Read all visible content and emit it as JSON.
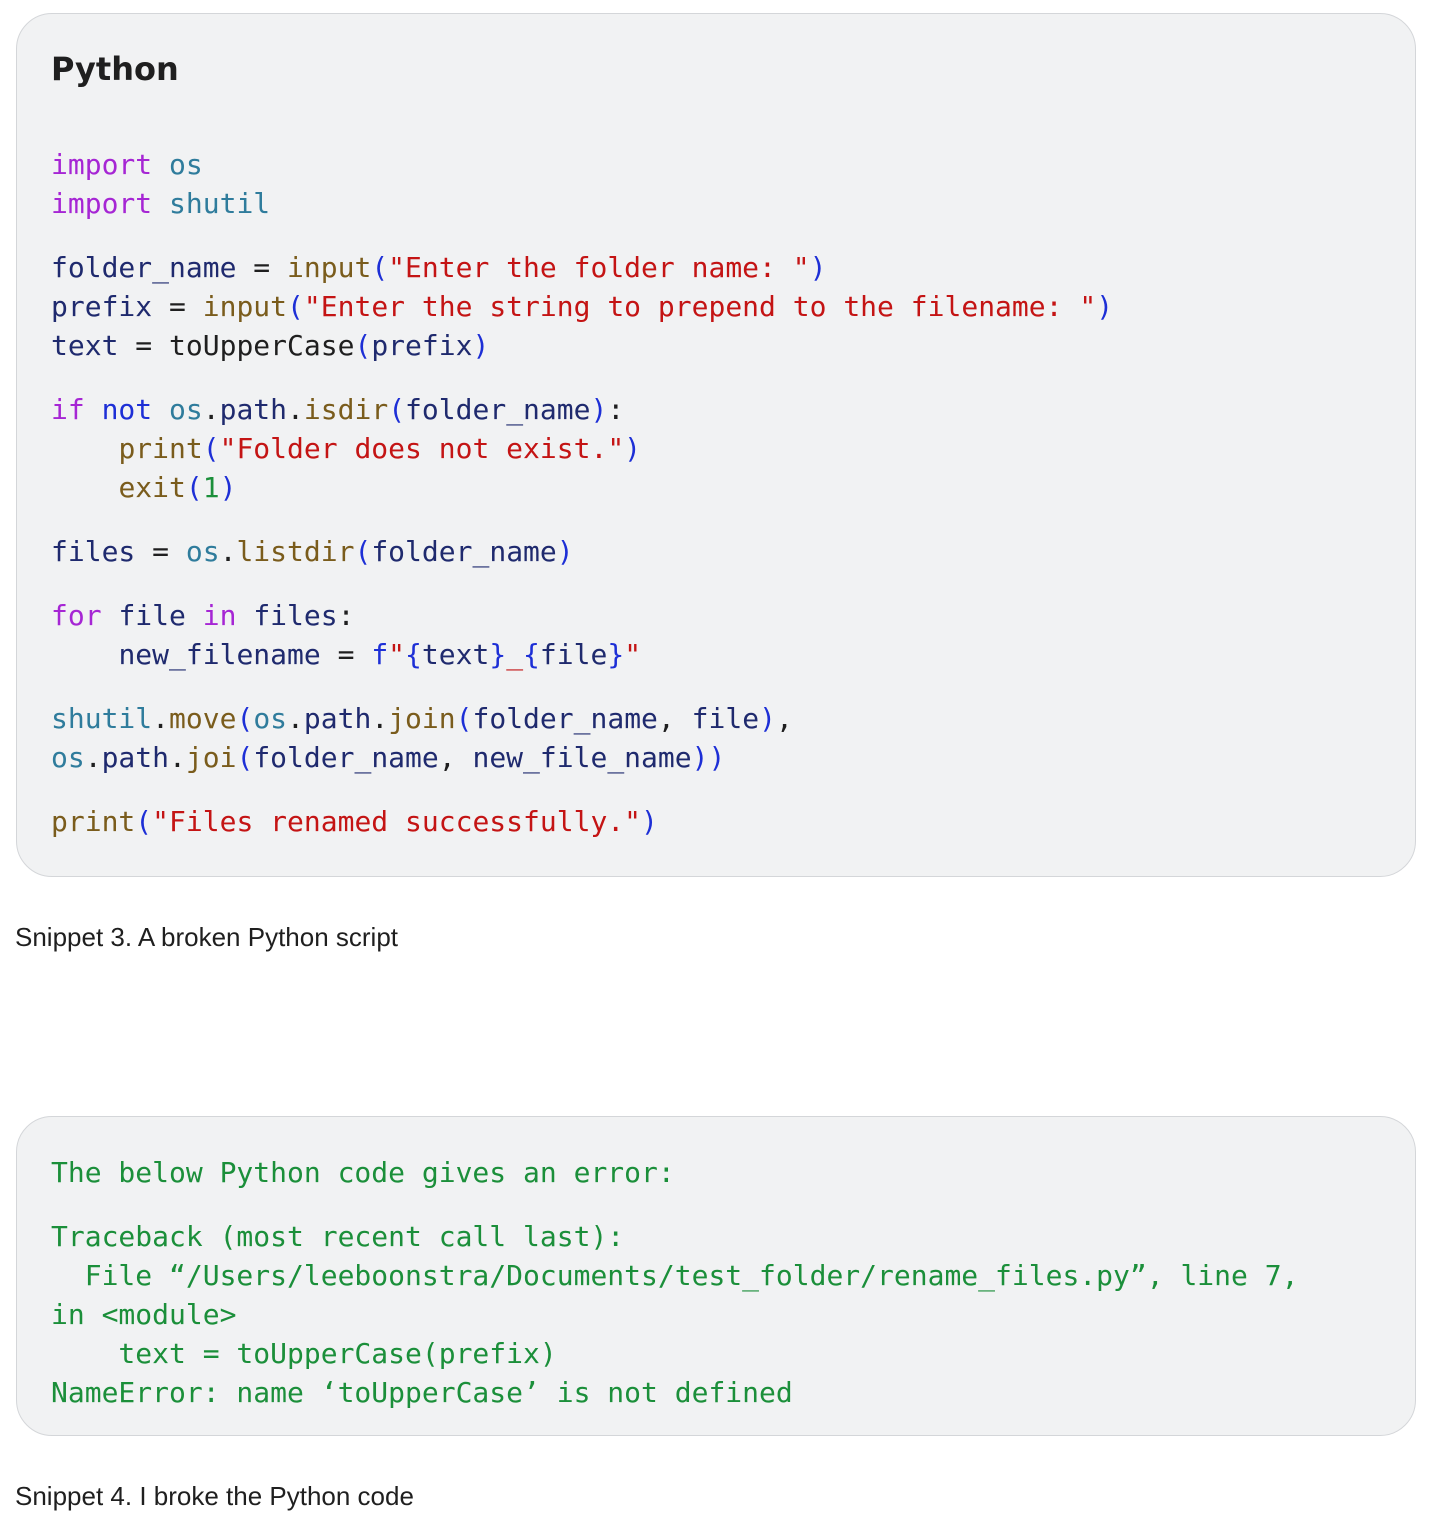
{
  "colors": {
    "keyword": "#a626d4",
    "module": "#2f7c9c",
    "builtin": "#7a5c1c",
    "string": "#c41414",
    "paren": "#1d2fd6",
    "identifier": "#1f2a6e",
    "operator": "#1f1f1f",
    "output": "#1b8f3a"
  },
  "snippet3": {
    "language_label": "Python",
    "code_lines": [
      [
        [
          "keyword",
          "import"
        ],
        [
          "operator",
          " "
        ],
        [
          "module",
          "os"
        ]
      ],
      [
        [
          "keyword",
          "import"
        ],
        [
          "operator",
          " "
        ],
        [
          "module",
          "shutil"
        ]
      ],
      "gap",
      [
        [
          "identifier",
          "folder_name"
        ],
        [
          "operator",
          " = "
        ],
        [
          "builtin",
          "input"
        ],
        [
          "paren",
          "("
        ],
        [
          "string",
          "\"Enter the folder name: \""
        ],
        [
          "paren",
          ")"
        ]
      ],
      [
        [
          "identifier",
          "prefix"
        ],
        [
          "operator",
          " = "
        ],
        [
          "builtin",
          "input"
        ],
        [
          "paren",
          "("
        ],
        [
          "string",
          "\"Enter the string to prepend to the filename: \""
        ],
        [
          "paren",
          ")"
        ]
      ],
      [
        [
          "identifier",
          "text"
        ],
        [
          "operator",
          " = toUpperCase"
        ],
        [
          "paren",
          "("
        ],
        [
          "identifier",
          "prefix"
        ],
        [
          "paren",
          ")"
        ]
      ],
      "gap",
      [
        [
          "keyword",
          "if"
        ],
        [
          "operator",
          " "
        ],
        [
          "paren",
          "not"
        ],
        [
          "operator",
          " "
        ],
        [
          "module",
          "os"
        ],
        [
          "operator",
          "."
        ],
        [
          "identifier",
          "path"
        ],
        [
          "operator",
          "."
        ],
        [
          "builtin",
          "isdir"
        ],
        [
          "paren",
          "("
        ],
        [
          "identifier",
          "folder_name"
        ],
        [
          "paren",
          ")"
        ],
        [
          "operator",
          ":"
        ]
      ],
      [
        [
          "operator",
          "    "
        ],
        [
          "builtin",
          "print"
        ],
        [
          "paren",
          "("
        ],
        [
          "string",
          "\"Folder does not exist.\""
        ],
        [
          "paren",
          ")"
        ]
      ],
      [
        [
          "operator",
          "    "
        ],
        [
          "builtin",
          "exit"
        ],
        [
          "paren",
          "("
        ],
        [
          "output",
          "1"
        ],
        [
          "paren",
          ")"
        ]
      ],
      "gap",
      [
        [
          "identifier",
          "files"
        ],
        [
          "operator",
          " = "
        ],
        [
          "module",
          "os"
        ],
        [
          "operator",
          "."
        ],
        [
          "builtin",
          "listdir"
        ],
        [
          "paren",
          "("
        ],
        [
          "identifier",
          "folder_name"
        ],
        [
          "paren",
          ")"
        ]
      ],
      "gap",
      [
        [
          "keyword",
          "for"
        ],
        [
          "operator",
          " "
        ],
        [
          "identifier",
          "file"
        ],
        [
          "operator",
          " "
        ],
        [
          "keyword",
          "in"
        ],
        [
          "operator",
          " "
        ],
        [
          "identifier",
          "files"
        ],
        [
          "operator",
          ":"
        ]
      ],
      [
        [
          "operator",
          "    "
        ],
        [
          "identifier",
          "new_filename"
        ],
        [
          "operator",
          " = "
        ],
        [
          "paren",
          "f"
        ],
        [
          "string",
          "\""
        ],
        [
          "paren",
          "{"
        ],
        [
          "identifier",
          "text"
        ],
        [
          "paren",
          "}"
        ],
        [
          "string",
          "_"
        ],
        [
          "paren",
          "{"
        ],
        [
          "identifier",
          "file"
        ],
        [
          "paren",
          "}"
        ],
        [
          "string",
          "\""
        ]
      ],
      "gap",
      [
        [
          "module",
          "shutil"
        ],
        [
          "operator",
          "."
        ],
        [
          "builtin",
          "move"
        ],
        [
          "paren",
          "("
        ],
        [
          "module",
          "os"
        ],
        [
          "operator",
          "."
        ],
        [
          "identifier",
          "path"
        ],
        [
          "operator",
          "."
        ],
        [
          "builtin",
          "join"
        ],
        [
          "paren",
          "("
        ],
        [
          "identifier",
          "folder_name"
        ],
        [
          "operator",
          ", "
        ],
        [
          "identifier",
          "file"
        ],
        [
          "paren",
          ")"
        ],
        [
          "operator",
          ","
        ]
      ],
      [
        [
          "module",
          "os"
        ],
        [
          "operator",
          "."
        ],
        [
          "identifier",
          "path"
        ],
        [
          "operator",
          "."
        ],
        [
          "builtin",
          "joi"
        ],
        [
          "paren",
          "("
        ],
        [
          "identifier",
          "folder_name"
        ],
        [
          "operator",
          ", "
        ],
        [
          "identifier",
          "new_file_name"
        ],
        [
          "paren",
          "))"
        ]
      ],
      "gap",
      [
        [
          "builtin",
          "print"
        ],
        [
          "paren",
          "("
        ],
        [
          "string",
          "\"Files renamed successfully.\""
        ],
        [
          "paren",
          ")"
        ]
      ]
    ],
    "caption": "Snippet 3. A broken Python script"
  },
  "snippet4": {
    "code_lines": [
      [
        [
          "output",
          "The below Python code gives an error:"
        ]
      ],
      "gap",
      [
        [
          "output",
          "Traceback (most recent call last):"
        ]
      ],
      [
        [
          "output",
          "  File “/Users/leeboonstra/Documents/test_folder/rename_files.py”, line 7,"
        ]
      ],
      [
        [
          "output",
          "in <module>"
        ]
      ],
      [
        [
          "output",
          "    text = toUpperCase(prefix)"
        ]
      ],
      [
        [
          "output",
          "NameError: name ‘toUpperCase’ is not defined"
        ]
      ]
    ],
    "caption": "Snippet 4. I broke the Python code"
  }
}
